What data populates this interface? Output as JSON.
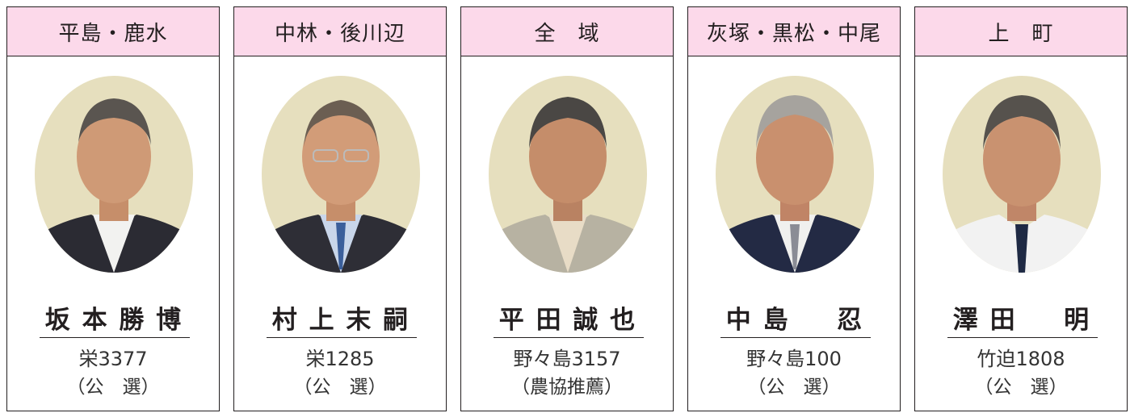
{
  "colors": {
    "header_bg": "#fcd9ea",
    "border": "#231f20",
    "portrait_bg": "#e6dfbe"
  },
  "cards": [
    {
      "district": "平島・鹿水",
      "name": "坂 本 勝 博",
      "address": "栄3377",
      "method": "（公　選）"
    },
    {
      "district": "中林・後川辺",
      "name": "村 上 末 嗣",
      "address": "栄1285",
      "method": "（公　選）"
    },
    {
      "district": "全　域",
      "name": "平 田 誠 也",
      "address": "野々島3157",
      "method": "（農協推薦）"
    },
    {
      "district": "灰塚・黒松・中尾",
      "name": "中 島 　 忍",
      "address": "野々島100",
      "method": "（公　選）"
    },
    {
      "district": "上　町",
      "name": "澤 田 　 明",
      "address": "竹迫1808",
      "method": "（公　選）"
    }
  ]
}
